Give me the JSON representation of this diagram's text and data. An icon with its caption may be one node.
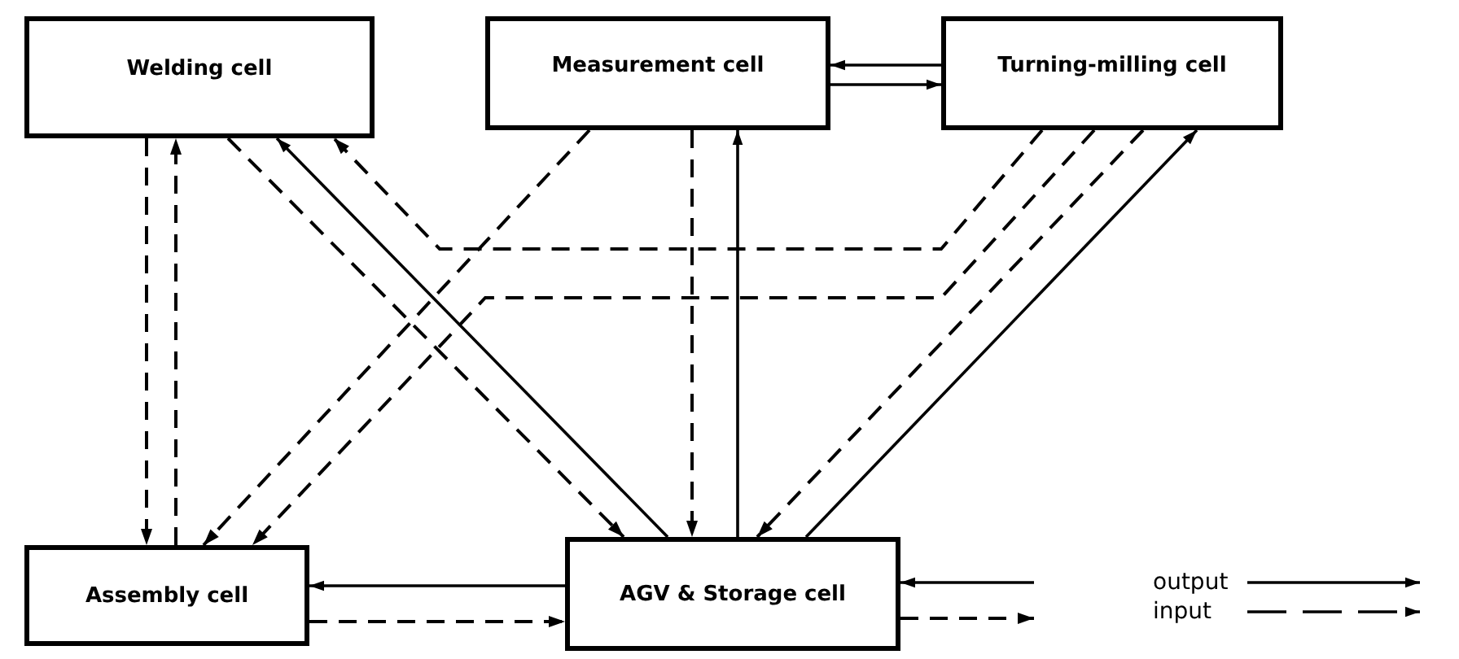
{
  "diagram": {
    "nodes": [
      {
        "text": [
          "Welding cell"
        ]
      },
      {
        "text": [
          "Measurement cell"
        ]
      },
      {
        "text": [
          "Turning-milling cell"
        ]
      },
      {
        "text": [
          "Assembly cell"
        ]
      },
      {
        "text": [
          "AGV & Storage cell"
        ]
      }
    ],
    "edges": [
      {
        "from": 0,
        "to": 3,
        "arrow": "to",
        "style": "dashed"
      },
      {
        "from": 3,
        "to": 0,
        "arrow": "to",
        "style": "dashed"
      },
      {
        "from": 0,
        "to": 4,
        "arrow": "to",
        "style": "dashed"
      },
      {
        "from": 4,
        "to": 0,
        "arrow": "to"
      },
      {
        "from": 2,
        "to": 0,
        "arrow": "to",
        "style": "dashed"
      },
      {
        "from": 1,
        "to": 3,
        "arrow": "to",
        "style": "dashed"
      },
      {
        "from": 2,
        "to": 3,
        "arrow": "to",
        "style": "dashed"
      },
      {
        "from": 1,
        "to": 4,
        "arrow": "to",
        "style": "dashed"
      },
      {
        "from": 4,
        "to": 1,
        "arrow": "to"
      },
      {
        "from": 2,
        "to": 4,
        "arrow": "to",
        "style": "dashed"
      },
      {
        "from": 4,
        "to": 2,
        "arrow": "to"
      },
      {
        "from": 2,
        "to": 1,
        "arrow": "to"
      },
      {
        "from": 1,
        "to": 2,
        "arrow": "to"
      },
      {
        "from": 4,
        "to": 3,
        "arrow": "to"
      },
      {
        "from": 3,
        "to": 4,
        "arrow": "to",
        "style": "dashed"
      },
      {
        "from": null,
        "to": 4,
        "arrow": "to"
      },
      {
        "from": 4,
        "to": null,
        "arrow": "to",
        "style": "dashed"
      }
    ],
    "legend": [
      {
        "text": "output"
      },
      {
        "text": "input"
      }
    ]
  }
}
